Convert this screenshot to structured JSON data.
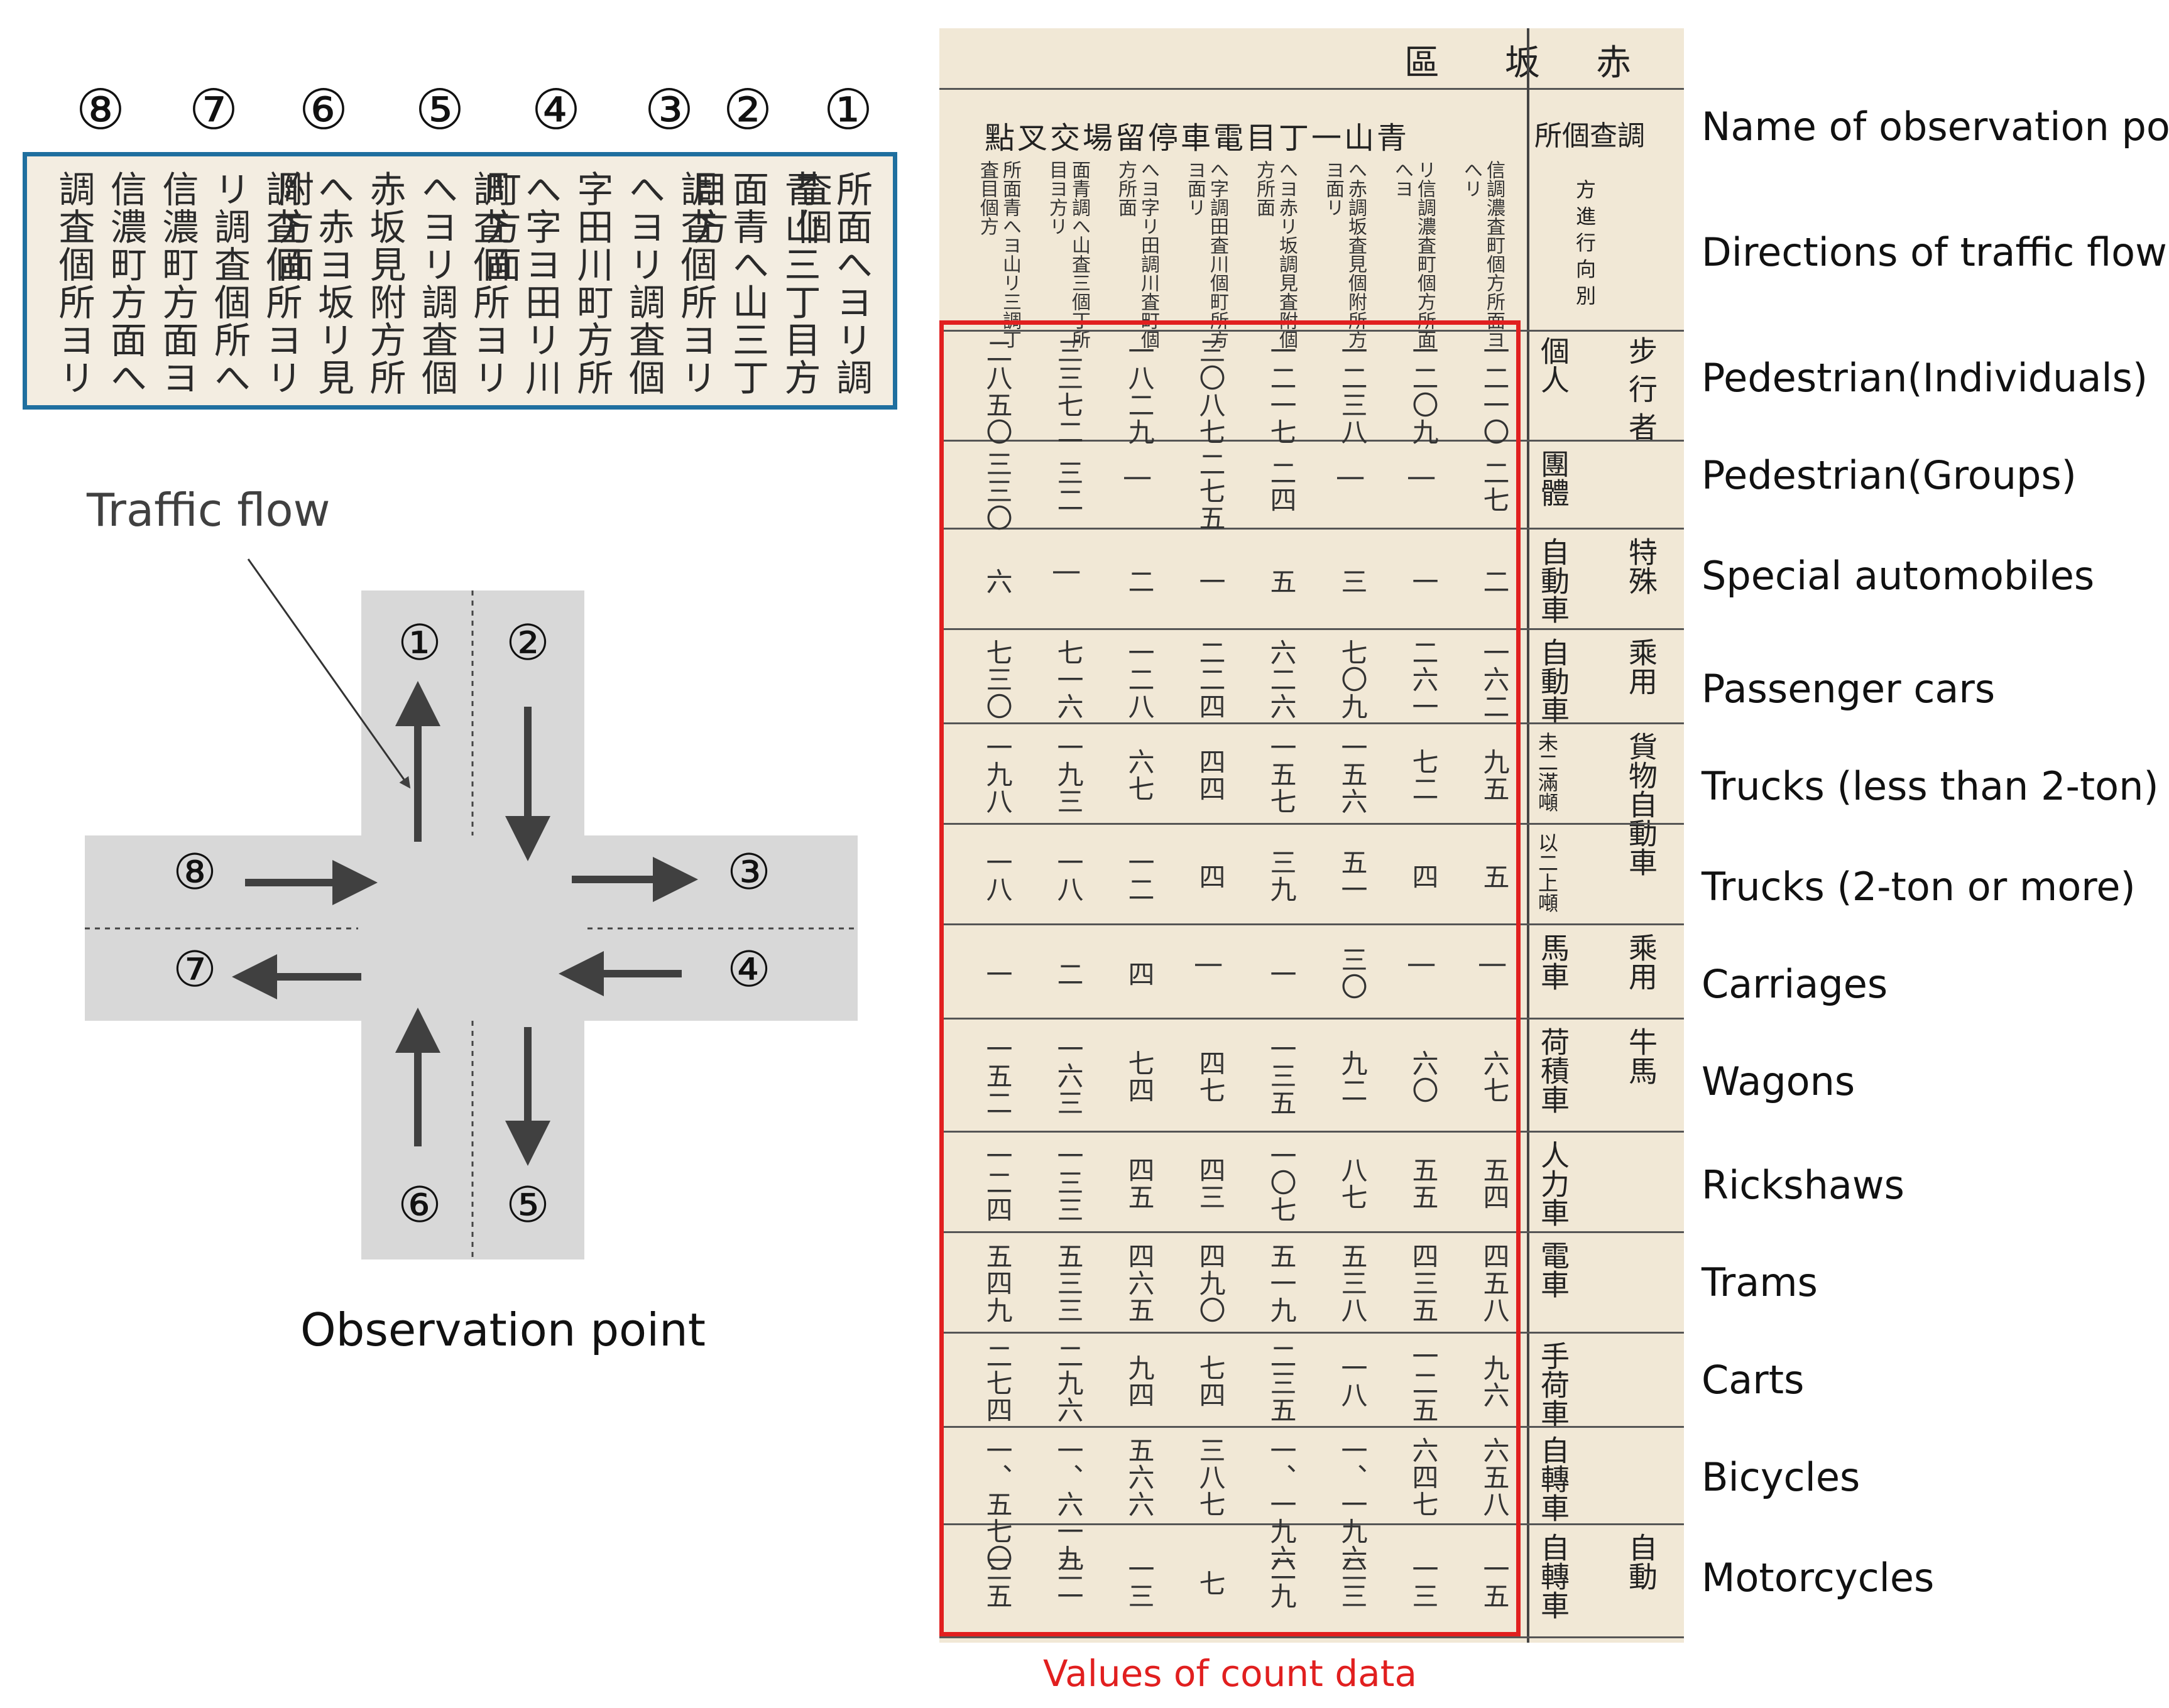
{
  "direction_numbers": [
    "⑧",
    "⑦",
    "⑥",
    "⑤",
    "④",
    "③",
    "②",
    "①"
  ],
  "enlarged_header_columns": [
    "所面青面青調\nへヨ山へ山査\nリ三三個\n調丁丁所\n査目目ヨ\n個方方リ",
    "へヨ字へ字調\nリ田田査\n調川川個\n査町町所\n個方方ヨ\n所面面リ",
    "へヨ赤へ赤調\nリ坂坂査\n調見見個\n査附附所\n個方方ヨ\n所面面リ",
    "リ信\n調濃\n査町\n個方\n所面\nへヨ",
    "信調\n濃査\n町個\n方所\n面ヨ\nへリ"
  ],
  "enlarged_header_cols": [
    "所面\nへヨ\nリ\n調\n査\n個",
    "青\n山\n三\n丁\n目\n方",
    "面青\nへ山\n三\n丁\n目\n方",
    "調\n査\n個\n所\nヨ\nリ",
    "へ\nヨ\nリ\n調\n査\n個",
    "字\n田\n川\n町\n方\n所",
    "へ字\nヨ田\nリ川\n町\n方\n面",
    "調\n査\n個\n所\nヨ\nリ",
    "へ\nヨ\nリ\n調\n査\n個",
    "赤\n坂\n見\n附\n方\n所",
    "へ赤\nヨ坂\nリ見\n附\n方\n面",
    "調\n査\n個\n所\nヨ\nリ",
    "リ\n調\n査\n個\n所\nへ",
    "信\n濃\n町\n方\n面\nヨ",
    "信\n濃\n町\n方\n面\nへ",
    "調\n査\n個\n所\nヨ\nリ"
  ],
  "traffic_flow_label": "Traffic flow",
  "observation_point_label": "Observation point",
  "diagram_numbers": [
    "①",
    "②",
    "③",
    "④",
    "⑤",
    "⑥",
    "⑦",
    "⑧"
  ],
  "scan": {
    "top_header": [
      "區",
      "坂",
      "赤"
    ],
    "title": "點叉交場留停車電目丁一山青",
    "title_right": "所個查調",
    "header_cells": [
      "所面青\nへヨ山\nリ三\n調丁\n査目\n個方",
      "面青調\nへ山査\n三個\n丁所\n目ヨ\n方リ",
      "へヨ字\nリ田\n調川\n査町\n個方\n所面",
      "へ字調\n田査\n川個\n町所\n方ヨ\n面リ",
      "へヨ赤\nリ坂\n調見\n査附\n個方\n所面",
      "へ赤調\n坂査\n見個\n附所\n方ヨ\n面リ",
      "リ信\n調濃\n査町\n個方\n所面\nへヨ",
      "信調\n濃査\n町個\n方所\n面ヨ\nへリ"
    ],
    "direction_cell": "方 進 行 向 別",
    "row_labels": [
      {
        "left": "步 行 者",
        "right": "個人"
      },
      {
        "left": "",
        "right": "團體"
      },
      {
        "left": "特殊",
        "right": "自動車"
      },
      {
        "left": "乘用",
        "right": "自動車"
      },
      {
        "left": "貨物自動車",
        "right": "未二滿噸"
      },
      {
        "left": "",
        "right": "以二上噸"
      },
      {
        "left": "乘用",
        "right": "馬車"
      },
      {
        "left": "牛馬",
        "right": "荷積車"
      },
      {
        "left": "",
        "right": "人力車"
      },
      {
        "left": "",
        "right": "電車"
      },
      {
        "left": "",
        "right": "手荷車"
      },
      {
        "left": "",
        "right": "自轉車"
      },
      {
        "left": "自動",
        "right": "自轉車"
      }
    ],
    "values": [
      [
        "二八五〇",
        "三三七二",
        "一八二九",
        "三〇八七",
        "一二一七",
        "一二三八",
        "一二〇九",
        "一二一〇"
      ],
      [
        "三三〇",
        "三二",
        "|",
        "二七五",
        "二四",
        "|",
        "|",
        "二七"
      ],
      [
        "六",
        "|",
        "二",
        "一",
        "五",
        "三",
        "一",
        "二"
      ],
      [
        "七三〇",
        "七一六",
        "一二八",
        "二二四",
        "六二六",
        "七〇九",
        "二六一",
        "一六二"
      ],
      [
        "一九八",
        "一九三",
        "六七",
        "四四",
        "一五七",
        "一五六",
        "七二",
        "九五"
      ],
      [
        "一八",
        "一八",
        "一二",
        "四",
        "三九",
        "五一",
        "四",
        "五"
      ],
      [
        "一",
        "二",
        "四",
        "|",
        "一",
        "三〇",
        "|",
        "|"
      ],
      [
        "一五二",
        "一六三",
        "七四",
        "四七",
        "一三五",
        "九二",
        "六〇",
        "六七"
      ],
      [
        "一二四",
        "一三三",
        "四五",
        "四三",
        "一〇七",
        "八七",
        "五五",
        "五四"
      ],
      [
        "五四九",
        "五三三",
        "四六五",
        "四九〇",
        "五一九",
        "五三八",
        "四三五",
        "四五八"
      ],
      [
        "二七四",
        "二九六",
        "九四",
        "七四",
        "二三五",
        "一八",
        "一二五",
        "九六"
      ],
      [
        "一、五七〇",
        "一、六一九",
        "五六六",
        "三八七",
        "一、一九六",
        "一、一九六",
        "六四七",
        "六五八"
      ],
      [
        "三五",
        "三一",
        "一三",
        "七",
        "二九",
        "三三",
        "一三",
        "一五"
      ]
    ],
    "values_label": "Values of count data"
  },
  "row_labels_en": [
    "Name of observation point",
    "Directions of traffic flow",
    "Pedestrian(Individuals)",
    "Pedestrian(Groups)",
    "Special automobiles",
    "Passenger cars",
    "Trucks (less than 2-ton)",
    "Trucks (2-ton or more)",
    "Carriages",
    "Wagons",
    "Rickshaws",
    "Trams",
    "Carts",
    "Bicycles",
    "Motorcycles"
  ],
  "colors": {
    "blue_box": "#1f6f9f",
    "red_box": "#e11f1f",
    "road": "#d8d8d8",
    "arrow": "#404040",
    "paper": "#f1e8d6"
  }
}
